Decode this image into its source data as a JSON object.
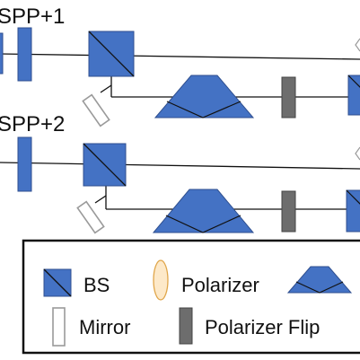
{
  "rows": [
    {
      "label": "SPP+1"
    },
    {
      "label": "SPP+2"
    }
  ],
  "legend": {
    "items": [
      {
        "icon": "beam-splitter-icon",
        "label": "BS"
      },
      {
        "icon": "polarizer-icon",
        "label": "Polarizer"
      },
      {
        "icon": "prism-icon",
        "label": ""
      },
      {
        "icon": "mirror-icon",
        "label": "Mirror"
      },
      {
        "icon": "polarizer-flip-icon",
        "label": "Polarizer Flip"
      }
    ]
  },
  "colors": {
    "component_blue": "#4472c4",
    "component_blue_edge": "#2f4f8f",
    "polarizer_fill": "#fde9c9",
    "polarizer_edge": "#e0a64a",
    "flip_fill": "#6d6d6d",
    "mirror_edge": "#9a9a9a",
    "beam": "#111111"
  }
}
